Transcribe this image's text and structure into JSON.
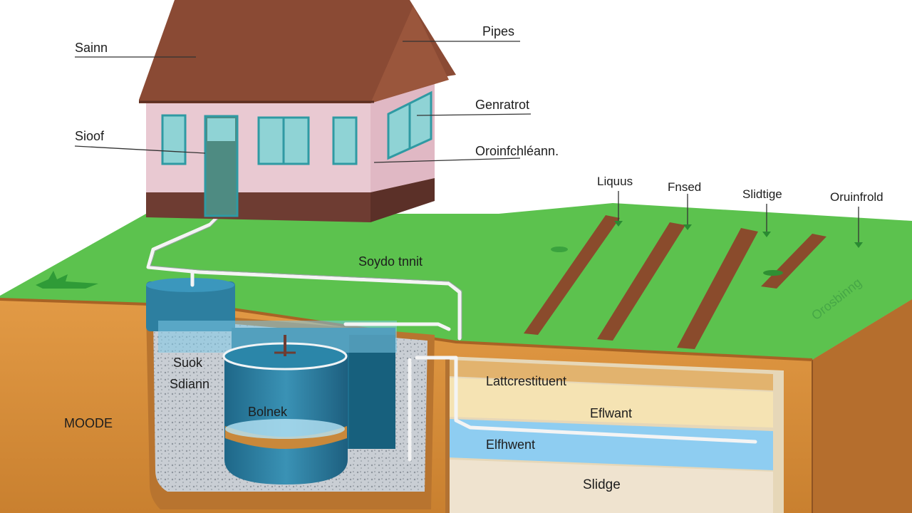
{
  "labels": {
    "pipes": "Pipes",
    "steam": "Sainn",
    "spoof": "Sioof",
    "general": "Genratrot",
    "drainfield_overflow": "Oroinfchléann.",
    "liquid": "Liquus",
    "fused": "Fnsed",
    "sludge_top": "Slidtige",
    "drainfield": "Oruinfrold",
    "septic_tank": "Soydo tnnit",
    "sock_line1": "Suok",
    "sock_line2": "Sdiann",
    "bolnek": "Bolnek",
    "moode": "MOODE",
    "lateral_effluent": "Lattcrestituent",
    "effluent": "Eflwant",
    "ethvent": "Elfhwent",
    "sludge_bottom": "Slidge",
    "ground_faint": "Orosbinng"
  },
  "colors": {
    "roof": "#8a4a34",
    "wall": "#e9c9d2",
    "wall_base": "#6e3c32",
    "window": "#8fd3d5",
    "window_frame": "#2f9aa3",
    "door": "#4e8b82",
    "grass": "#5cc24e",
    "grass_dark": "#3aa23e",
    "soil": "#d9913e",
    "soil_dark": "#b56e2d",
    "gravel": "#c7ccd1",
    "tank_blue": "#2d7fa0",
    "tank_dark": "#1b5f7e",
    "water_light": "#b6e3f5",
    "scum_band": "#c9883a",
    "pipe": "#f4f4f4"
  }
}
